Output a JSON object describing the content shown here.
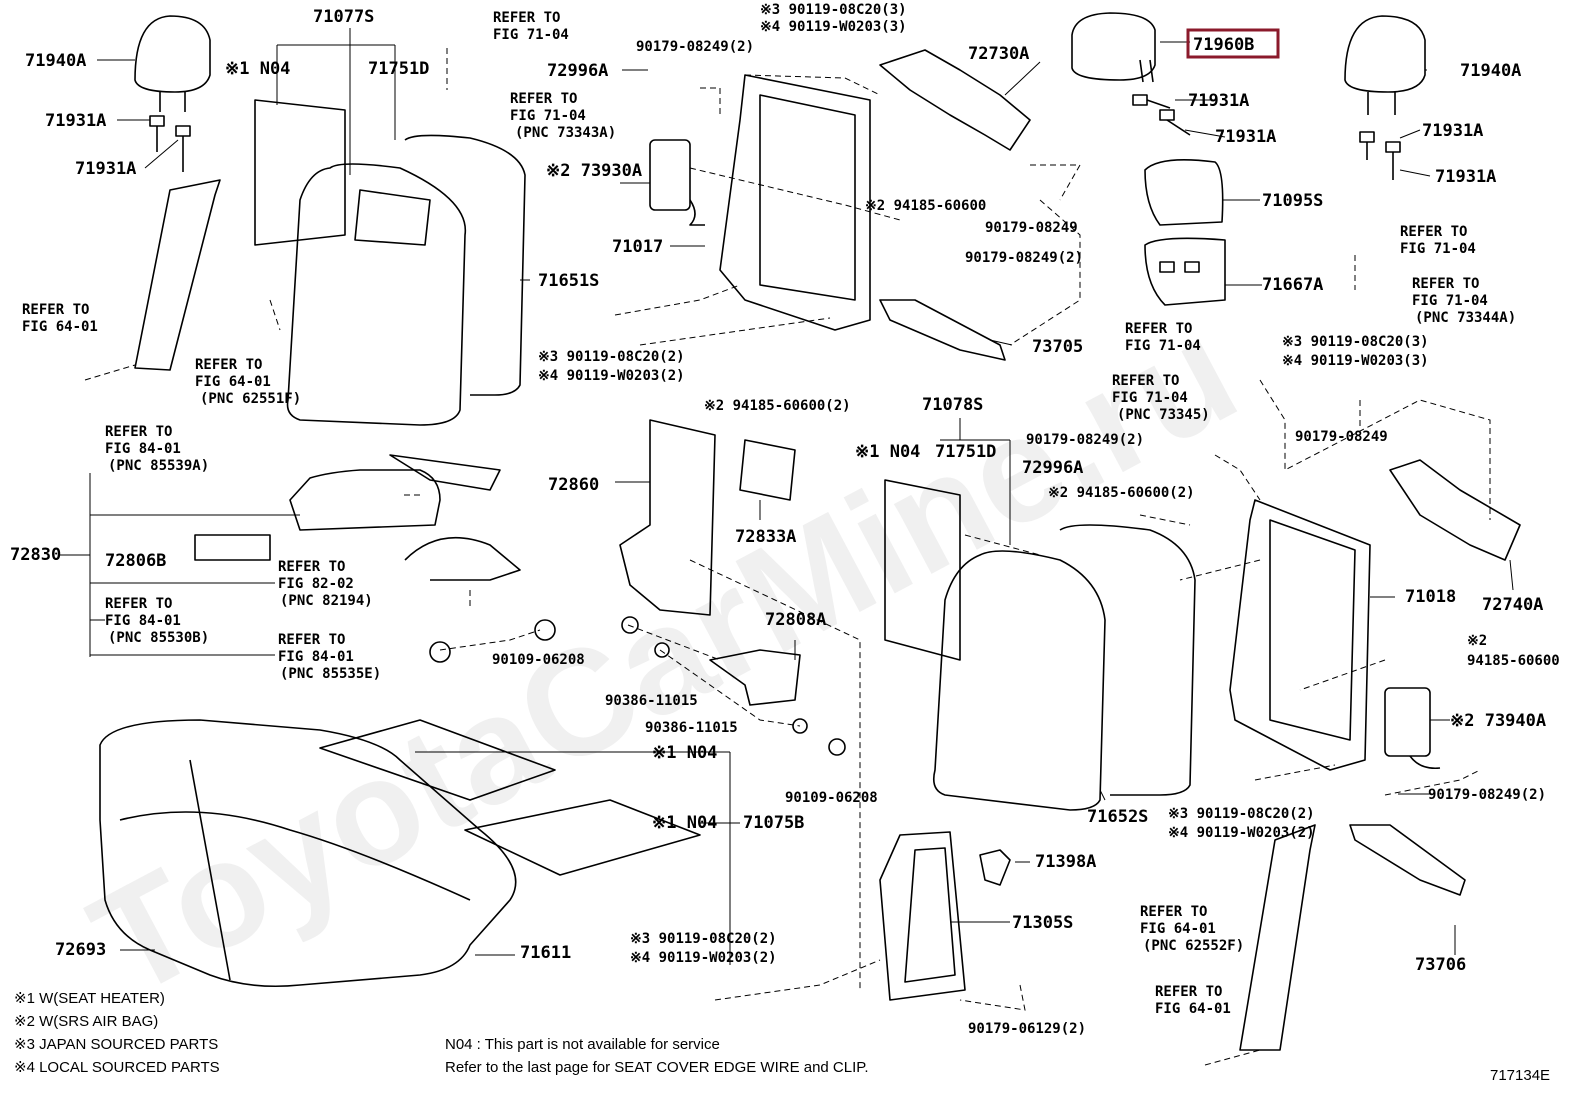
{
  "diagram": {
    "highlight_part": "71960B",
    "watermark": "ToyotaCarMine.ru",
    "figure_code": "717134E",
    "notes": [
      "※1 W(SEAT HEATER)",
      "※2 W(SRS AIR BAG)",
      "※3 JAPAN SOURCED PARTS",
      "※4 LOCAL SOURCED PARTS"
    ],
    "footer_lines": [
      "N04 : This part is not available for service",
      "Refer to the last page for SEAT COVER EDGE WIRE and CLIP."
    ],
    "labels": {
      "p71940A_l": "71940A",
      "p71931A_l1": "71931A",
      "p71931A_l2": "71931A",
      "p71077S": "71077S",
      "n04_top": "※1 N04",
      "p71751D_l": "71751D",
      "ref_7104_a1": "REFER TO",
      "ref_7104_a2": "FIG 71-04",
      "ref_7104_b1": "REFER TO",
      "ref_7104_b2": "FIG 71-04",
      "ref_7104_b3": "(PNC 73343A)",
      "p90119_top1": "※3 90119-08C20(3)",
      "p90119_top2": "※4 90119-W0203(3)",
      "p90179_a": "90179-08249(2)",
      "p72996A_l": "72996A",
      "p72730A": "72730A",
      "p73930A": "※2 73930A",
      "p71017": "71017",
      "p71651S": "71651S",
      "p94185_a": "※2 94185-60600",
      "p90179_b": "90179-08249",
      "p90179_c": "90179-08249(2)",
      "ref_6401_a1": "REFER TO",
      "ref_6401_a2": "FIG 64-01",
      "ref_6401_b1": "REFER TO",
      "ref_6401_b2": "FIG 64-01",
      "ref_6401_b3": "(PNC 62551F)",
      "p90119_mid1": "※3 90119-08C20(2)",
      "p90119_mid2": "※4 90119-W0203(2)",
      "p94185_b": "※2 94185-60600(2)",
      "p73705": "73705",
      "p71960B": "71960B",
      "p71940A_r": "71940A",
      "p71931A_r1": "71931A",
      "p71931A_r2": "71931A",
      "p71931A_r3": "71931A",
      "p71931A_r4": "71931A",
      "p71095S": "71095S",
      "p71667A": "71667A",
      "ref_7104_c1": "REFER TO",
      "ref_7104_c2": "FIG 71-04",
      "ref_7104_d1": "REFER TO",
      "ref_7104_d2": "FIG 71-04",
      "ref_7104_d3": "(PNC 73344A)",
      "ref_7104_e1": "REFER TO",
      "ref_7104_e2": "FIG 71-04",
      "p90119_r1": "※3 90119-08C20(3)",
      "p90119_r2": "※4 90119-W0203(3)",
      "ref_7104_f1": "REFER TO",
      "ref_7104_f2": "FIG 71-04",
      "ref_7104_f3": "(PNC 73345)",
      "p90179_d": "90179-08249",
      "ref_8401_a1": "REFER TO",
      "ref_8401_a2": "FIG 84-01",
      "ref_8401_a3": "(PNC 85539A)",
      "p72830": "72830",
      "p72806B": "72806B",
      "ref_8202_1": "REFER TO",
      "ref_8202_2": "FIG 82-02",
      "ref_8202_3": "(PNC 82194)",
      "ref_8401_b1": "REFER TO",
      "ref_8401_b2": "FIG 84-01",
      "ref_8401_b3": "(PNC 85530B)",
      "ref_8401_c1": "REFER TO",
      "ref_8401_c2": "FIG 84-01",
      "ref_8401_c3": "(PNC 85535E)",
      "p72860": "72860",
      "p72833A": "72833A",
      "p72808A": "72808A",
      "p90109_a": "90109-06208",
      "p90386_a": "90386-11015",
      "p90386_b": "90386-11015",
      "p90109_b": "90109-06208",
      "p71078S": "71078S",
      "n04_mid": "※1 N04",
      "p71751D_r": "71751D",
      "p90179_e": "90179-08249(2)",
      "p72996A_r": "72996A",
      "p94185_c": "※2 94185-60600(2)",
      "p71018": "71018",
      "p72740A": "72740A",
      "p94185_d1": "※2",
      "p94185_d2": "94185-60600",
      "p73940A": "※2 73940A",
      "p90179_f": "90179-08249(2)",
      "p71652S": "71652S",
      "p90119_b1": "※3 90119-08C20(2)",
      "p90119_b2": "※4 90119-W0203(2)",
      "n04_a": "※1 N04",
      "n04_b": "※1 N04",
      "p71075B": "71075B",
      "p72693": "72693",
      "p71611": "71611",
      "p71398A": "71398A",
      "p71305S": "71305S",
      "p90119_c1": "※3 90119-08C20(2)",
      "p90119_c2": "※4 90119-W0203(2)",
      "p90179_g": "90179-06129(2)",
      "ref_6401_c1": "REFER TO",
      "ref_6401_c2": "FIG 64-01",
      "ref_6401_c3": "(PNC 62552F)",
      "ref_6401_d1": "REFER TO",
      "ref_6401_d2": "FIG 64-01",
      "p73706": "73706"
    }
  }
}
